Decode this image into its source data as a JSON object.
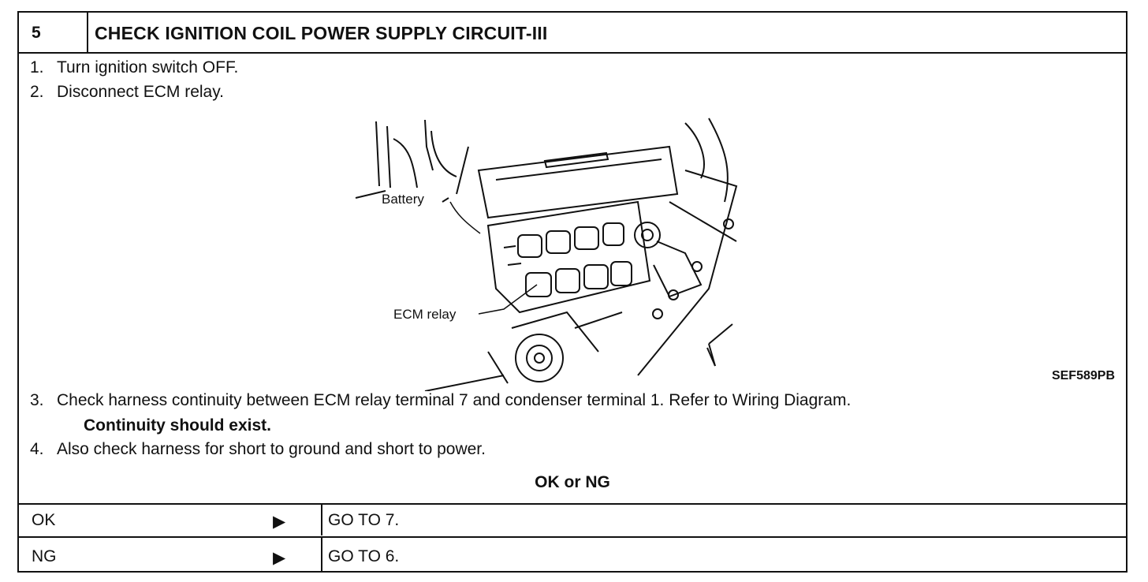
{
  "header": {
    "step": "5",
    "title": "CHECK IGNITION COIL POWER SUPPLY CIRCUIT-III"
  },
  "instructions": {
    "i1_num": "1.",
    "i1_text": "Turn ignition switch OFF.",
    "i2_num": "2.",
    "i2_text": "Disconnect ECM relay.",
    "i3_num": "3.",
    "i3_text": "Check harness continuity between ECM relay terminal 7 and condenser terminal 1. Refer to Wiring Diagram.",
    "i3_note": "Continuity should exist.",
    "i4_num": "4.",
    "i4_text": "Also check harness for short to ground and short to power."
  },
  "figure": {
    "label_battery": "Battery",
    "label_relay": "ECM relay",
    "figure_id": "SEF589PB"
  },
  "result_header": "OK or NG",
  "results": [
    {
      "label": "OK",
      "arrow": "▶",
      "action": "GO TO 7."
    },
    {
      "label": "NG",
      "arrow": "▶",
      "action": "GO TO 6."
    }
  ]
}
